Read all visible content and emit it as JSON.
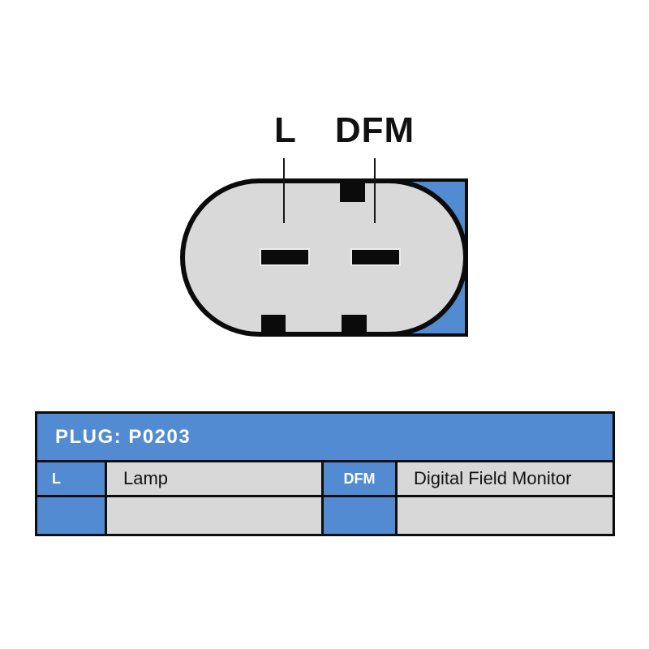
{
  "diagram": {
    "pins": [
      {
        "id": "L",
        "label": "L",
        "description": "Lamp"
      },
      {
        "id": "DFM",
        "label": "DFM",
        "description": "Digital Field Monitor"
      }
    ],
    "colors": {
      "accent_blue": "#528bd2",
      "housing_gray": "#d9d9d9",
      "outline_black": "#0b0b0b",
      "cell_gray": "#d8d8d8"
    }
  },
  "table": {
    "title": "PLUG: P0203",
    "rows": [
      {
        "pin1": "L",
        "desc1": "Lamp",
        "pin2": "DFM",
        "desc2": "Digital Field Monitor"
      },
      {
        "pin1": "",
        "desc1": "",
        "pin2": "",
        "desc2": ""
      }
    ]
  }
}
